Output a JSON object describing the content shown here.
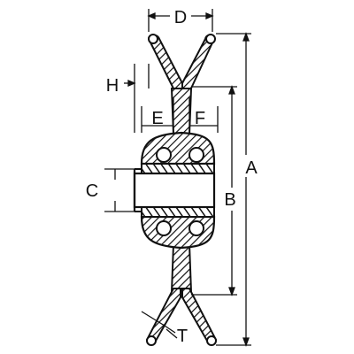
{
  "dimension_labels": {
    "A": "A",
    "B": "B",
    "C": "C",
    "D": "D",
    "E": "E",
    "F": "F",
    "H": "H",
    "T": "T"
  },
  "colors": {
    "ink": "#111111",
    "paper": "#ffffff"
  }
}
